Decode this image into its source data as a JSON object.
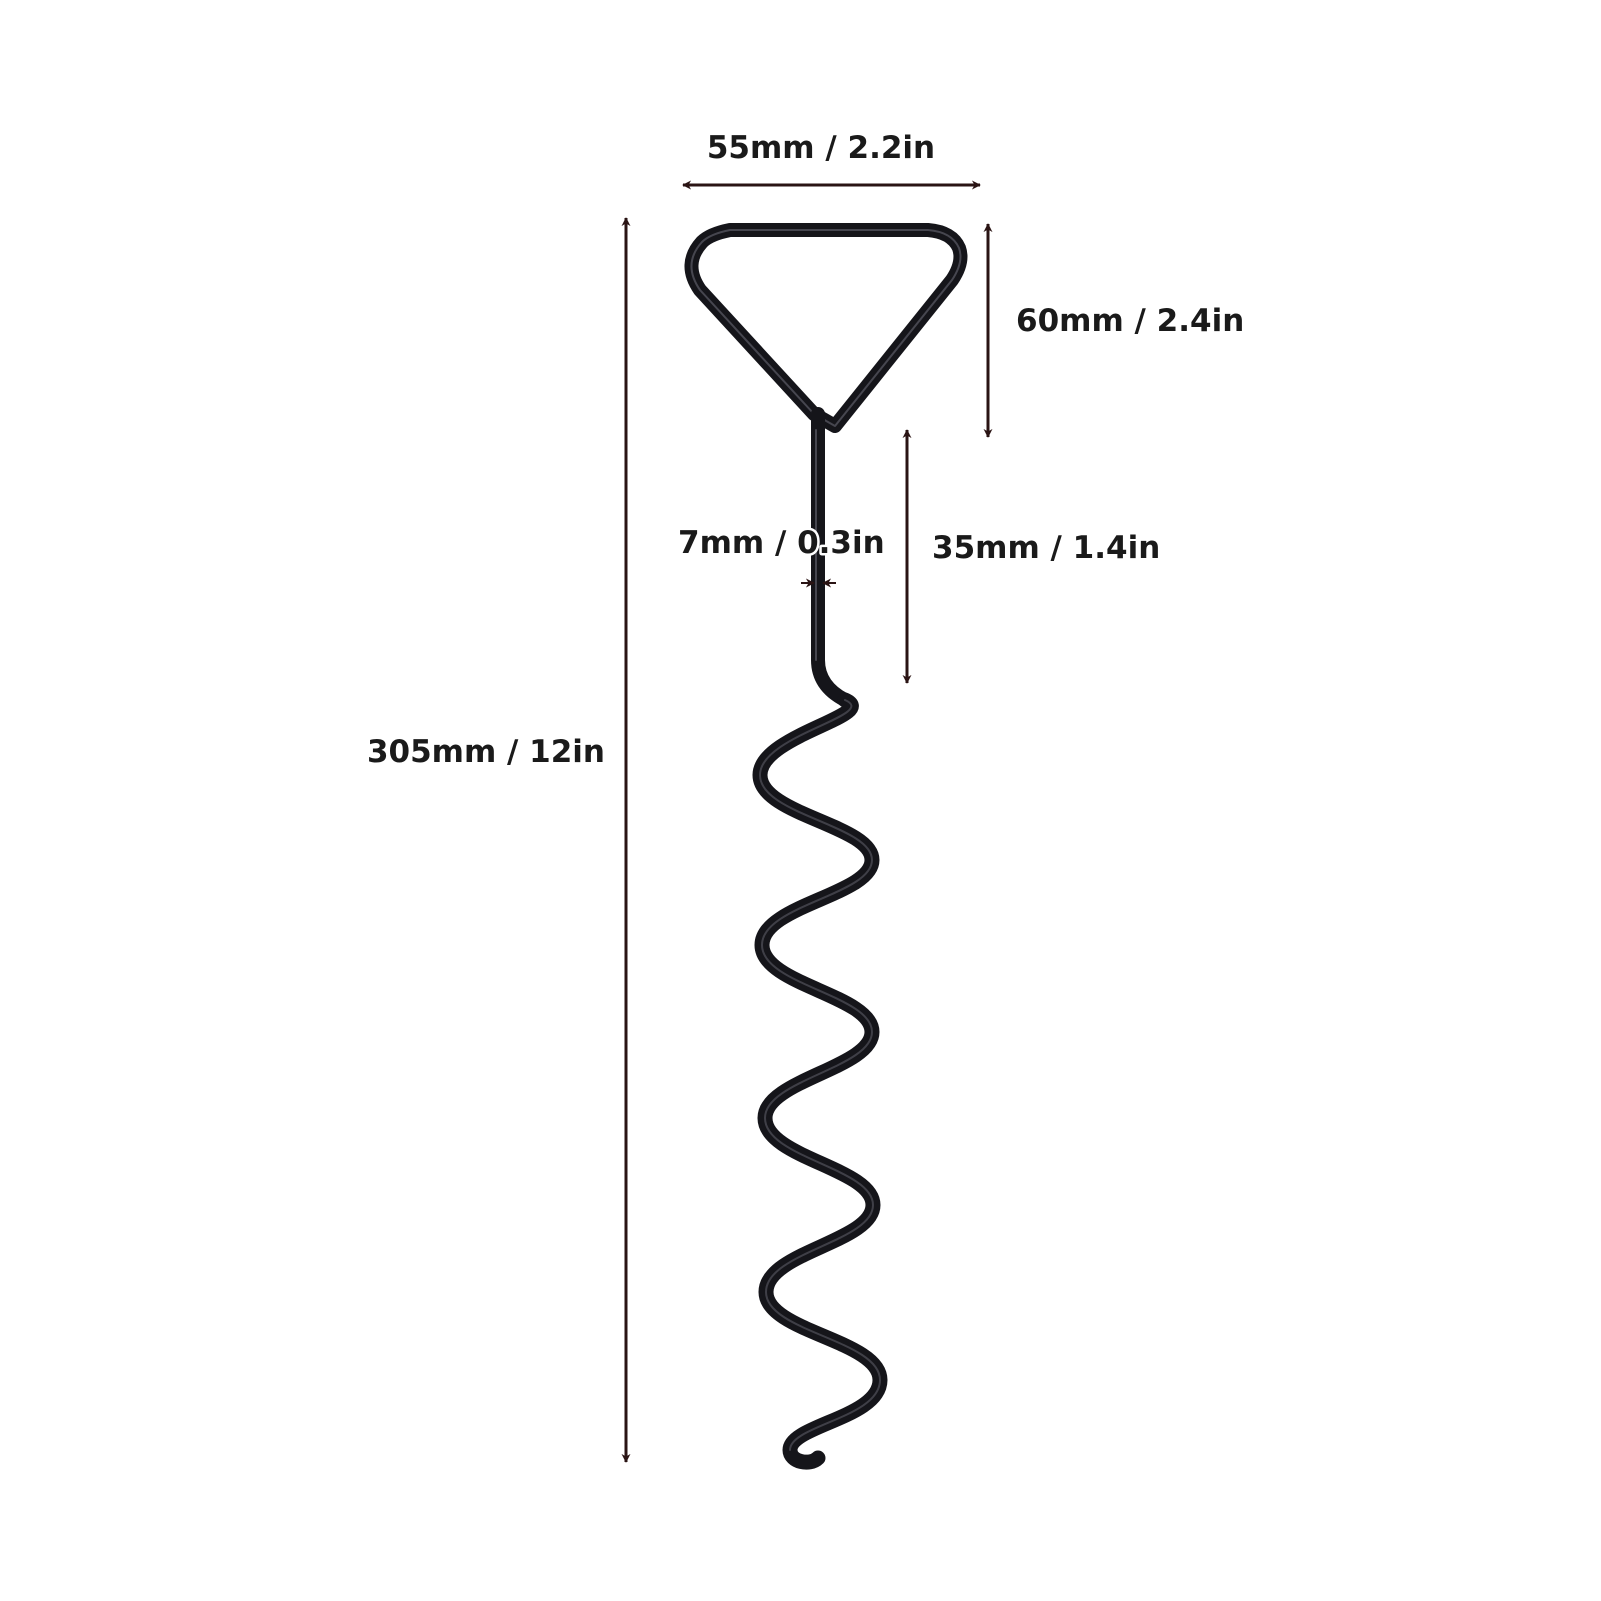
{
  "colors": {
    "background": "#ffffff",
    "wire": "#15151a",
    "wire_highlight": "#5b5b66",
    "dimension_line": "#2a1414",
    "label_text": "#1a1a1a"
  },
  "dimensions": {
    "width": {
      "label": "55mm / 2.2in"
    },
    "handle_height": {
      "label": "60mm / 2.4in"
    },
    "wire_diameter": {
      "label": "7mm / 0.3in"
    },
    "shaft_length": {
      "label": "35mm / 1.4in"
    },
    "total_length": {
      "label": "305mm / 12in"
    }
  }
}
